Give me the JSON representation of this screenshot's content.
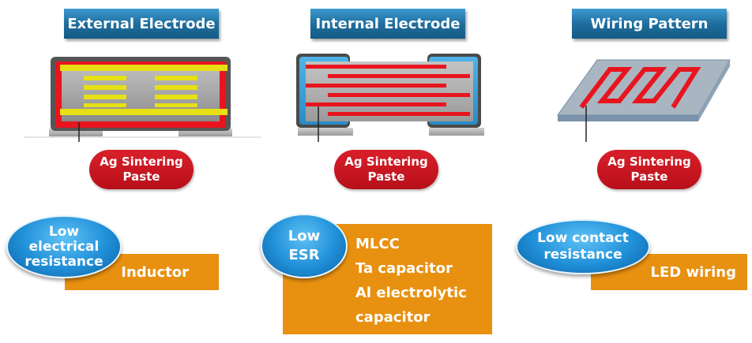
{
  "columns": [
    {
      "header": "External Electrode",
      "paste_lines": [
        "Ag Sintering",
        "Paste"
      ],
      "property_lines": [
        "Low",
        "electrical",
        "resistance"
      ],
      "applications": [
        "Inductor"
      ]
    },
    {
      "header": "Internal Electrode",
      "paste_lines": [
        "Ag Sintering",
        "Paste"
      ],
      "property_lines": [
        "Low",
        "ESR"
      ],
      "applications": [
        "MLCC",
        "Ta capacitor",
        "Al electrolytic",
        "capacitor"
      ]
    },
    {
      "header": "Wiring Pattern",
      "paste_lines": [
        "Ag Sintering",
        "Paste"
      ],
      "property_lines": [
        "Low contact",
        "resistance"
      ],
      "applications": [
        "LED wiring"
      ]
    }
  ],
  "colors": {
    "header_blue": "#1f6e9e",
    "paste_red": "#c8141e",
    "electrode_red": "#e8141e",
    "yellow_coil": "#e6e014",
    "orange_box": "#e8900f",
    "bubble_blue": "#1f8fd8"
  }
}
